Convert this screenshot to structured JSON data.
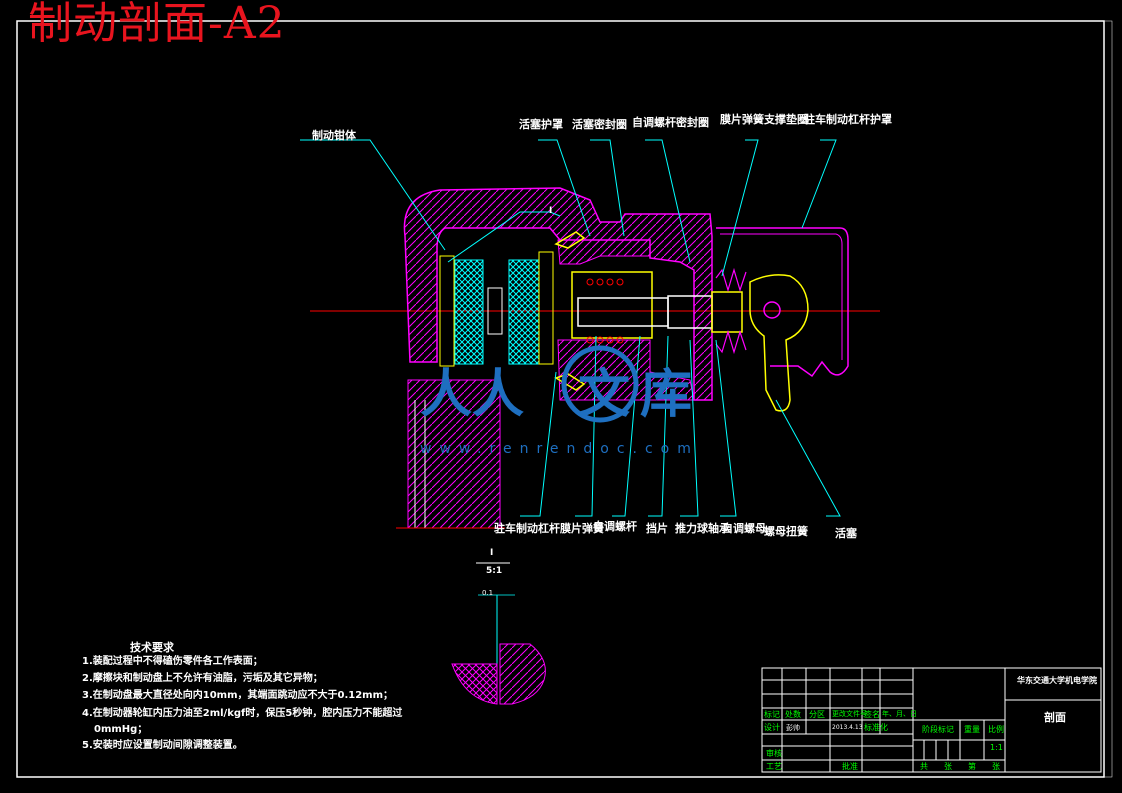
{
  "drawing_title": "制动剖面-A2",
  "labels": {
    "top": [
      "活塞护罩",
      "活塞密封圈",
      "自调螺杆密封圈",
      "膜片弹簧支撑垫圈",
      "驻车制动杠杆护罩"
    ],
    "left": "制动钳体",
    "bottom": [
      "驻车制动杠杆膜片弹簧",
      "自调螺杆",
      "挡片",
      "推力球轴承",
      "自调螺母",
      "螺母扭簧",
      "活塞"
    ]
  },
  "detail": {
    "mark": "I",
    "scale": "5:1",
    "dim": "0.1"
  },
  "tech_requirements": {
    "title": "技术要求",
    "items": [
      "1.装配过程中不得磕伤零件各工作表面；",
      "2.摩擦块和制动盘上不允许有油脂，污垢及其它异物；",
      "3.在制动盘最大直径处向内10mm，其端面跳动应不大于0.12mm；",
      "4.在制动器轮缸内压力油至2ml/kgf时，保压5秒钟，腔内压力不能超过",
      "0mmHg；",
      "5.安装时应设置制动间隙调整装置。"
    ]
  },
  "title_block": {
    "school": "华东交通大学机电学院",
    "drawing_name": "剖面",
    "headers": [
      "标记",
      "处数",
      "分区",
      "更改文件号",
      "签名",
      "年、月、日"
    ],
    "design_row": [
      "设计",
      "彭帅",
      "2013.4.13",
      "标准化"
    ],
    "stage_mark": "阶段标记",
    "weight": "重量",
    "ratio_label": "比例",
    "ratio": "1:1",
    "review": "审核",
    "process": "工艺",
    "approve": "批准",
    "sheets": [
      "共",
      "张",
      "第",
      "张"
    ]
  },
  "watermark": {
    "text": "人人文库",
    "url": "www.renrendoc.com"
  },
  "colors": {
    "frame": "#ffffff",
    "body": "#ff00ff",
    "friction": "#00ffff",
    "aux": "#ffff00",
    "centerline": "#ff0000",
    "title": "#e8141e",
    "watermark": "#1e6fc0"
  }
}
